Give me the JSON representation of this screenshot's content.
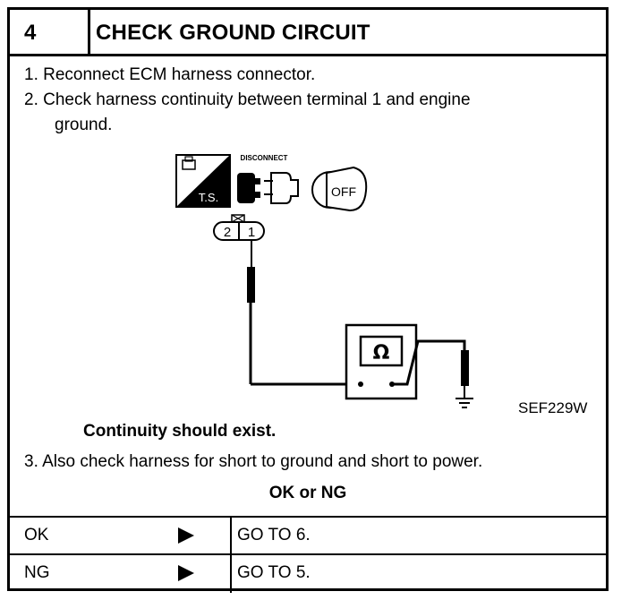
{
  "header": {
    "step_number": "4",
    "title": "CHECK GROUND CIRCUIT"
  },
  "steps": [
    "1. Reconnect ECM harness connector.",
    "2. Check harness continuity between terminal 1 and engine",
    "ground."
  ],
  "diagram": {
    "icon_ts_label": "T.S.",
    "icon_disconnect_label": "DISCONNECT",
    "icon_ignition_label": "OFF",
    "connector_terminals": [
      "2",
      "1"
    ],
    "meter_symbol": "Ω",
    "ref_code": "SEF229W"
  },
  "continuity_note": "Continuity should exist.",
  "step3": "3. Also check harness for short to ground and short to power.",
  "decision_label": "OK or NG",
  "results": [
    {
      "label": "OK",
      "action": "GO TO 6."
    },
    {
      "label": "NG",
      "action": "GO TO 5."
    }
  ]
}
